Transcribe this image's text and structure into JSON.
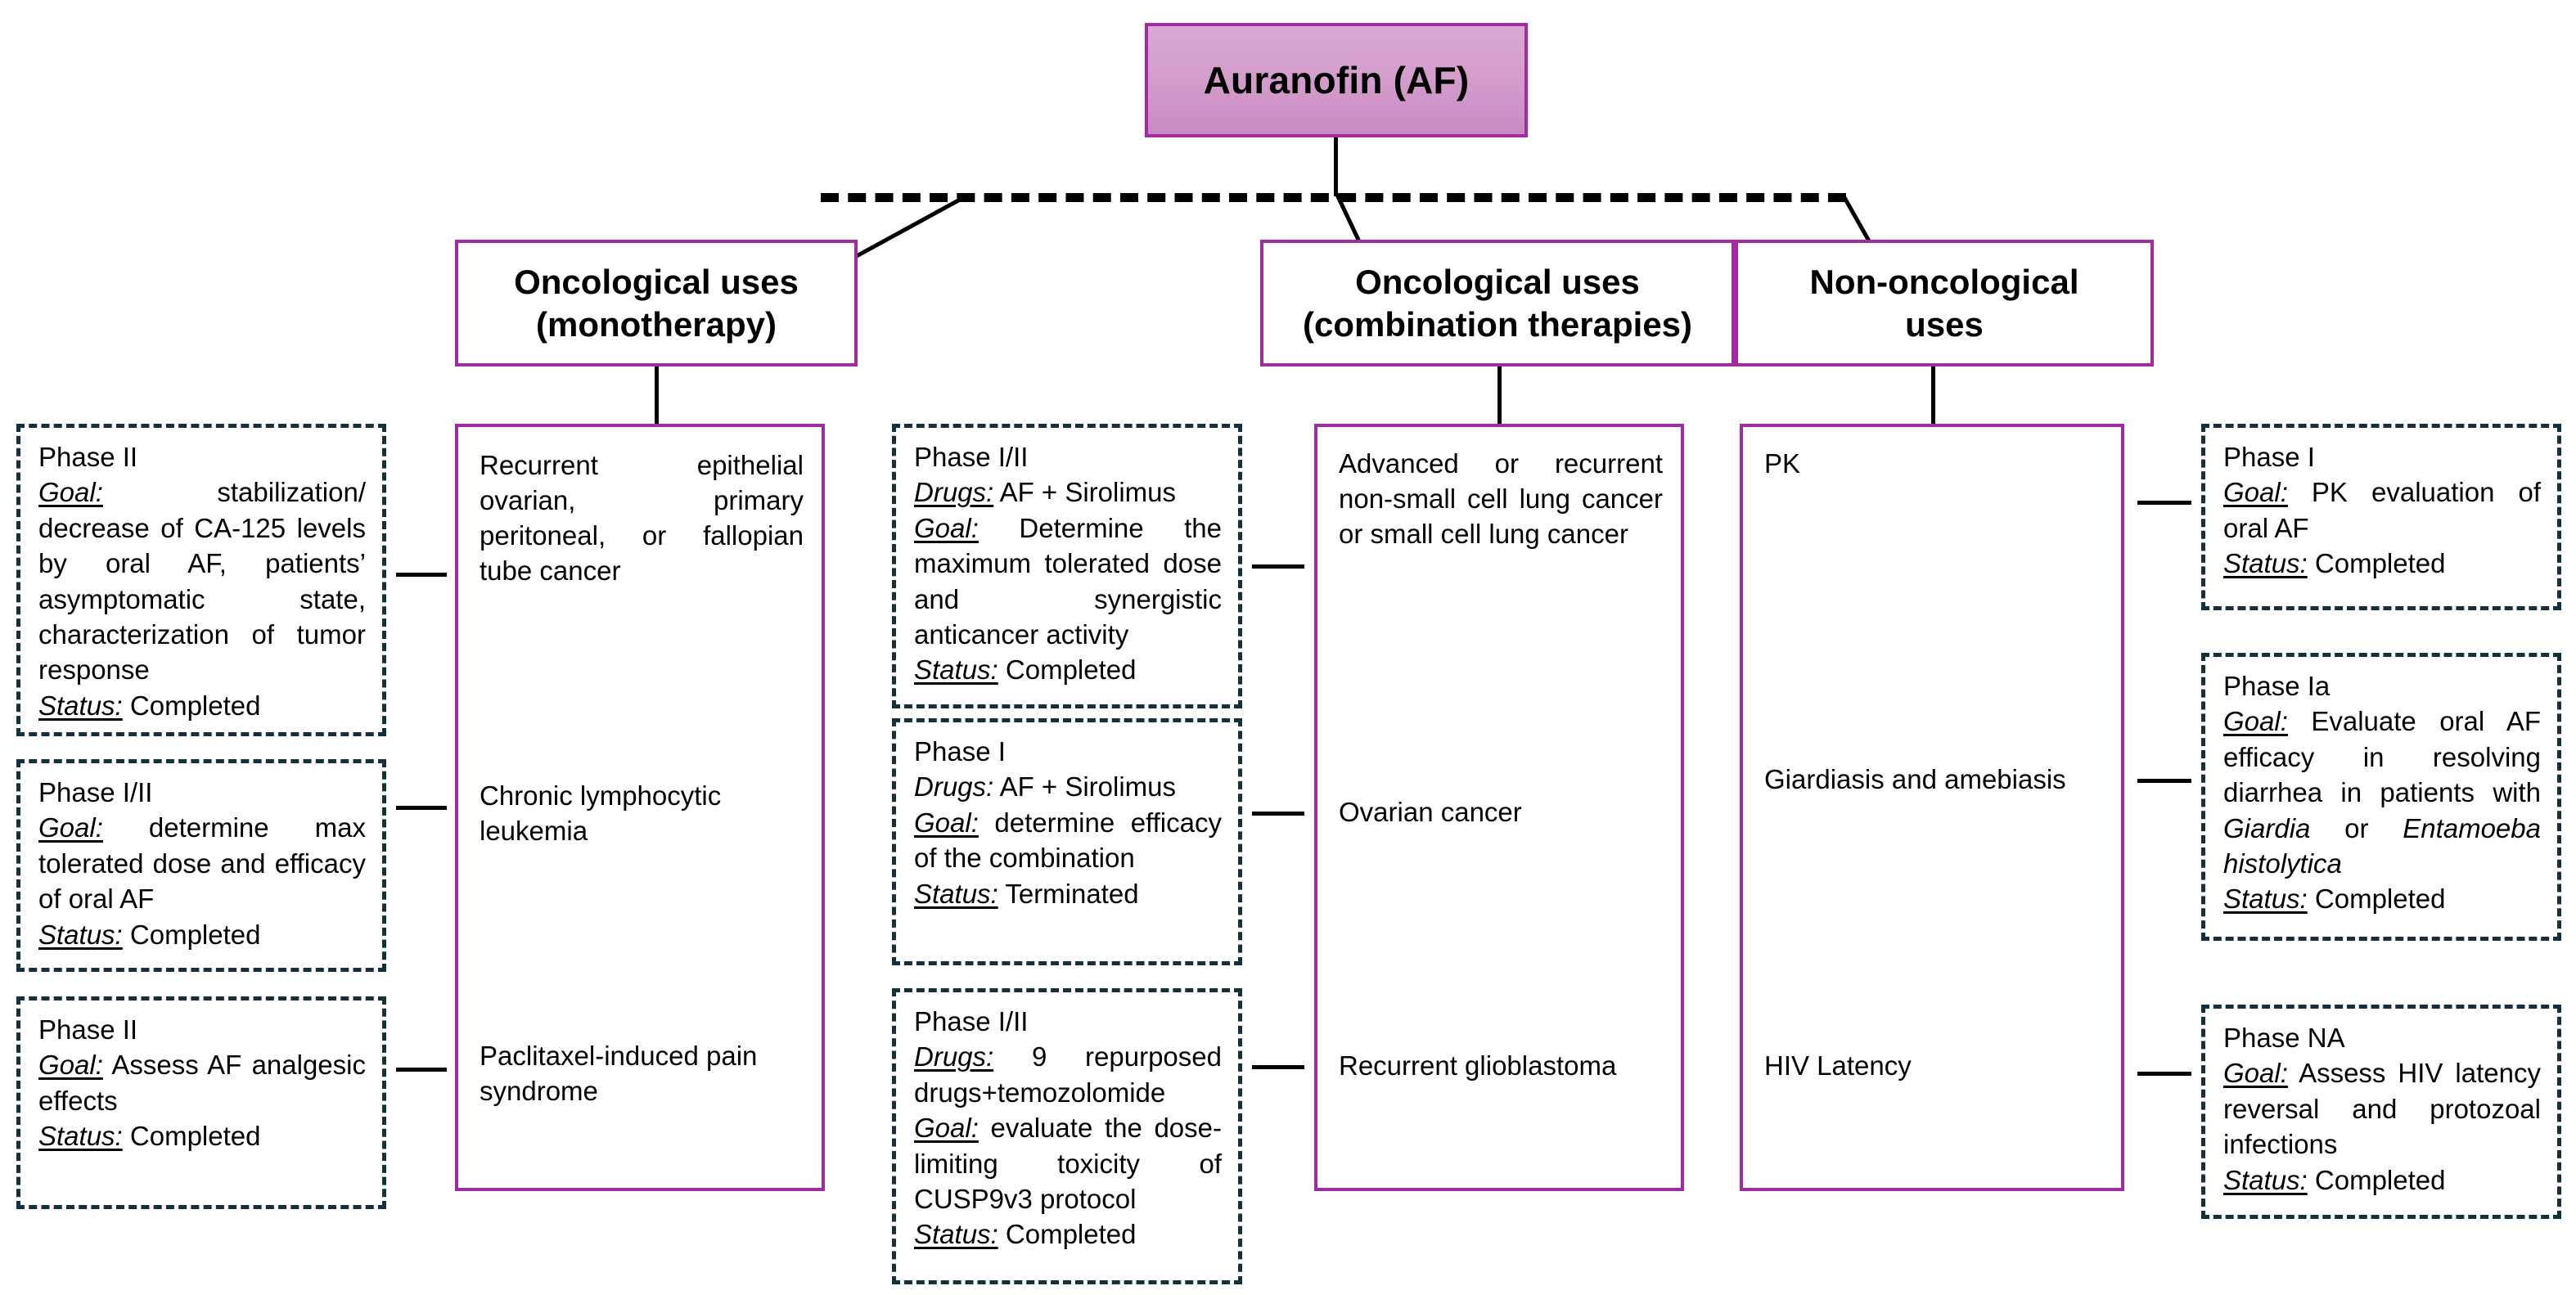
{
  "colors": {
    "accent_purple": "#a32ba0",
    "title_fill_top": "#d9a8d3",
    "title_fill_bottom": "#c98ac2",
    "dashed_border": "#12303d",
    "text": "#000000",
    "background": "#ffffff"
  },
  "root": {
    "title": "Auranofin (AF)"
  },
  "categories": [
    {
      "id": "monotherapy",
      "line1": "Oncological uses",
      "line2": "(monotherapy)"
    },
    {
      "id": "combination",
      "line1": "Oncological uses",
      "line2": "(combination therapies)"
    },
    {
      "id": "non-oncological",
      "line1": "Non-oncological",
      "line2": "uses"
    }
  ],
  "monotherapy_indications": [
    "Recurrent epithelial ovarian, primary peritoneal, or fallopian tube cancer",
    "Chronic lymphocytic leukemia",
    "Paclitaxel-induced pain syndrome"
  ],
  "combination_indications": [
    "Advanced or recurrent non-small cell lung cancer or small cell lung cancer",
    "Ovarian cancer",
    "Recurrent glioblastoma"
  ],
  "non_oncological_indications": [
    "PK",
    "Giardiasis and amebiasis",
    "HIV Latency"
  ],
  "monotherapy_trials": [
    {
      "phase": "Phase II",
      "goal_label": "Goal:",
      "goal": "stabilization/ decrease of CA-125 levels by oral AF, patients’ asymptomatic state, characterization of tumor response",
      "status_label": "Status:",
      "status": "Completed"
    },
    {
      "phase": "Phase I/II",
      "goal_label": "Goal:",
      "goal": "determine max tolerated dose and efficacy of oral AF",
      "status_label": "Status:",
      "status": "Completed"
    },
    {
      "phase": "Phase II",
      "goal_label": "Goal:",
      "goal": "Assess AF analgesic effects",
      "status_label": "Status:",
      "status": "Completed"
    }
  ],
  "combination_trials": [
    {
      "phase": "Phase I/II",
      "drugs_label": "Drugs:",
      "drugs": "AF + Sirolimus",
      "goal_label": "Goal:",
      "goal": "Determine the maximum tolerated dose and synergistic anticancer activity",
      "status_label": "Status:",
      "status": "Completed"
    },
    {
      "phase": "Phase I",
      "drugs_label": "Drugs:",
      "drugs": "AF + Sirolimus",
      "goal_label": "Goal:",
      "goal": "determine efficacy of the combination",
      "status_label": "Status:",
      "status": "Terminated"
    },
    {
      "phase": "Phase I/II",
      "drugs_label": "Drugs:",
      "drugs": "9 repurposed drugs+temozolomide",
      "goal_label": "Goal:",
      "goal": "evaluate the dose-limiting toxicity of CUSP9v3 protocol",
      "status_label": "Status:",
      "status": "Completed"
    }
  ],
  "non_oncological_trials": [
    {
      "phase": "Phase I",
      "goal_label": "Goal:",
      "goal": "PK evaluation of oral AF",
      "status_label": "Status:",
      "status": "Completed"
    },
    {
      "phase": "Phase Ia",
      "goal_label": "Goal:",
      "goal_part1": "Evaluate oral AF efficacy in resolving diarrhea in patients with ",
      "goal_italic1": "Giardia",
      "goal_part2": " or ",
      "goal_italic2": "Entamoeba histolytica",
      "status_label": "Status:",
      "status": "Completed"
    },
    {
      "phase": "Phase NA",
      "goal_label": "Goal:",
      "goal": "Assess HIV latency reversal and protozoal infections",
      "status_label": "Status:",
      "status": "Completed"
    }
  ]
}
